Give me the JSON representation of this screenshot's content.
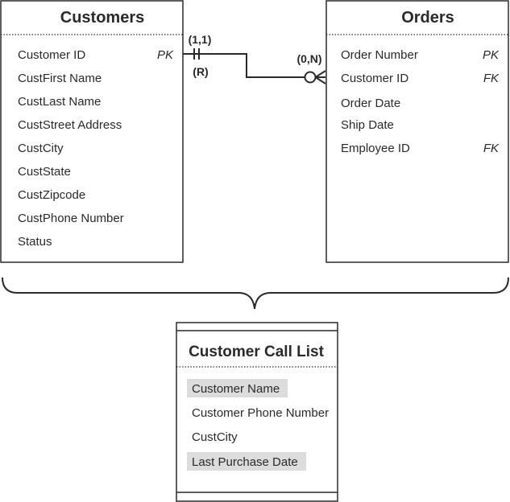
{
  "customers": {
    "title": "Customers",
    "fields": [
      {
        "name": "Customer ID",
        "key": "PK"
      },
      {
        "name": "CustFirst Name",
        "key": ""
      },
      {
        "name": "CustLast Name",
        "key": ""
      },
      {
        "name": "CustStreet Address",
        "key": ""
      },
      {
        "name": "CustCity",
        "key": ""
      },
      {
        "name": "CustState",
        "key": ""
      },
      {
        "name": "CustZipcode",
        "key": ""
      },
      {
        "name": "CustPhone Number",
        "key": ""
      },
      {
        "name": "Status",
        "key": ""
      }
    ]
  },
  "orders": {
    "title": "Orders",
    "fields": [
      {
        "name": "Order Number",
        "key": "PK"
      },
      {
        "name": "Customer ID",
        "key": "FK"
      },
      {
        "name": "Order Date",
        "key": ""
      },
      {
        "name": "Ship Date",
        "key": ""
      },
      {
        "name": "Employee ID",
        "key": "FK"
      }
    ]
  },
  "relationship": {
    "left_cardinality": "(1,1)",
    "left_participation": "(R)",
    "right_cardinality": "(0,N)"
  },
  "call_list": {
    "title": "Customer Call List",
    "fields": [
      {
        "name": "Customer Name",
        "highlighted": true
      },
      {
        "name": "Customer Phone Number",
        "highlighted": false
      },
      {
        "name": "CustCity",
        "highlighted": false
      },
      {
        "name": "Last Purchase Date",
        "highlighted": true
      }
    ]
  },
  "colors": {
    "ink": "#2a2a2a",
    "highlight": "#dcdcdc"
  }
}
